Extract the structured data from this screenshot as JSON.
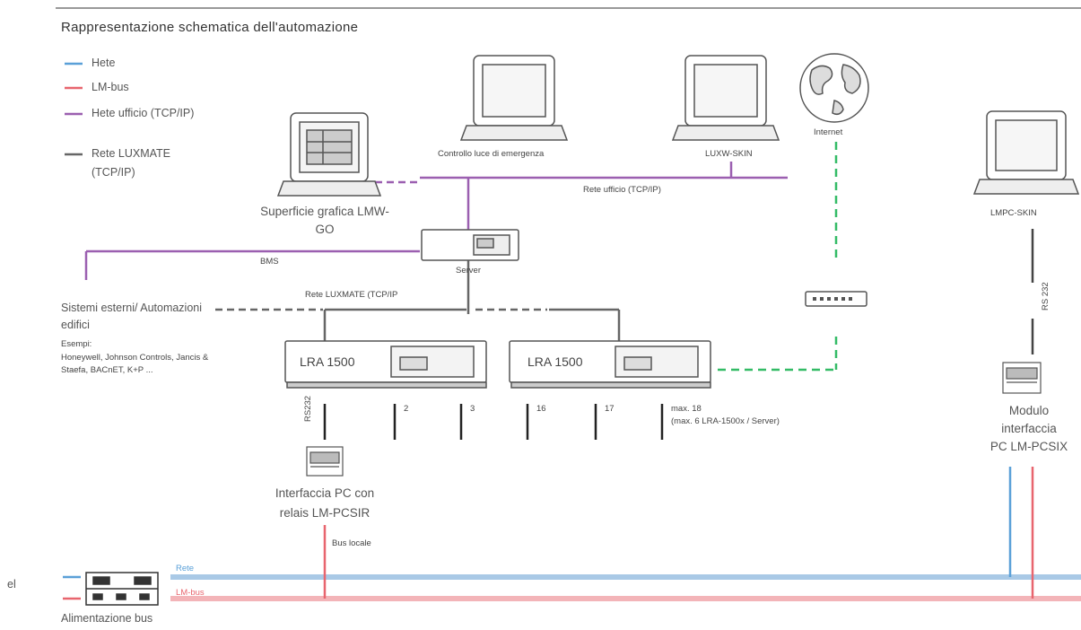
{
  "title": "Rappresentazione schematica dell'automazione",
  "legend": [
    {
      "label": "Hete",
      "color": "#5aa0d8"
    },
    {
      "label": "LM-bus",
      "color": "#e8656e"
    },
    {
      "label": "Hete ufficio (TCP/IP)",
      "color": "#9b5fb0"
    },
    {
      "label": "Rete LUXMATE (TCP/IP)",
      "color": "#666666"
    }
  ],
  "nodes": {
    "gui": "Superficie grafica LMW-GO",
    "emergency": "Controllo luce di emergenza",
    "luxw": "LUXW-SKIN",
    "internet": "Internet",
    "server": "Server",
    "bms": "BMS",
    "office_network": "Rete ufficio (TCP/IP)",
    "luxmate_network": "Rete LUXMATE (TCP/IP",
    "external_systems": "Sistemi esterni/ Automazioni edifici",
    "examples_title": "Esempi:",
    "examples": "Honeywell, Johnson Controls, Jancis & Staefa, BACnET, K+P ...",
    "lra1": "LRA 1500",
    "lra2": "LRA 1500",
    "rs232_left": "RS232",
    "ports": [
      "2",
      "3",
      "16",
      "17"
    ],
    "max_line1": "max. 18",
    "max_line2": "(max. 6 LRA-1500x / Server)",
    "pcsir_line1": "Interfaccia PC con",
    "pcsir_line2": "relais LM-PCSIR",
    "local_bus": "Bus locale",
    "lmpc": "LMPC-SKIN",
    "rs232_right": "RS 232",
    "pcsix_line1": "Modulo",
    "pcsix_line2": "interfaccia",
    "pcsix_line3": "PC LM-PCSIX",
    "bus_rete": "Rete",
    "bus_lm": "LM-bus",
    "power_supply": "Alimentazione bus",
    "edge_label": "el"
  },
  "colors": {
    "rete": "#5aa0d8",
    "lm_bus": "#e8656e",
    "office": "#9b5fb0",
    "luxmate": "#666666",
    "internet_dash": "#33bb66"
  }
}
